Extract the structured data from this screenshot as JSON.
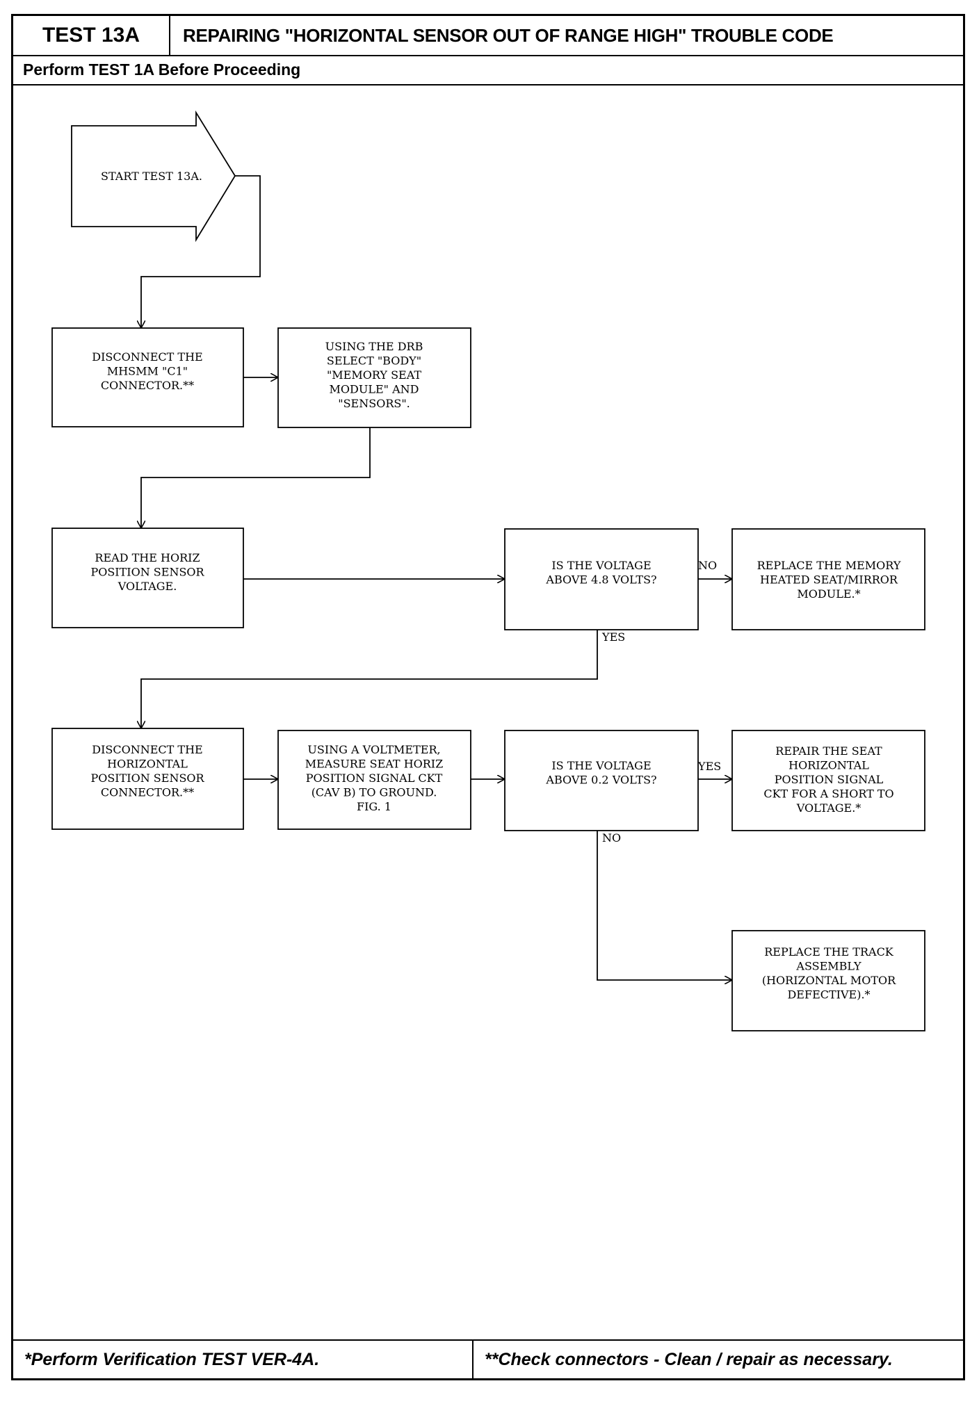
{
  "header": {
    "test_id": "TEST 13A",
    "title": "REPAIRING \"HORIZONTAL SENSOR OUT OF RANGE HIGH\" TROUBLE CODE",
    "prerequisite": "Perform TEST 1A Before Proceeding"
  },
  "flowchart": {
    "start": [
      "START TEST 13A."
    ],
    "step_disconnect_c1": [
      "DISCONNECT THE",
      "MHSMM \"C1\"",
      "CONNECTOR.**"
    ],
    "step_drb_select": [
      "USING THE DRB",
      "SELECT \"BODY\"",
      "\"MEMORY SEAT",
      "MODULE\" AND",
      "\"SENSORS\"."
    ],
    "step_read_voltage": [
      "READ THE HORIZ",
      "POSITION SENSOR",
      "VOLTAGE."
    ],
    "decision_above_4_8": [
      "IS THE VOLTAGE",
      "ABOVE 4.8 VOLTS?"
    ],
    "result_replace_module": [
      "REPLACE THE MEMORY",
      "HEATED SEAT/MIRROR",
      "MODULE.*"
    ],
    "step_disconnect_sensor": [
      "DISCONNECT THE",
      "HORIZONTAL",
      "POSITION SENSOR",
      "CONNECTOR.**"
    ],
    "step_measure": [
      "USING A VOLTMETER,",
      "MEASURE SEAT HORIZ",
      "POSITION SIGNAL CKT",
      "(CAV B) TO GROUND.",
      "FIG. 1"
    ],
    "decision_above_0_2": [
      "IS THE VOLTAGE",
      "ABOVE 0.2 VOLTS?"
    ],
    "result_repair_short": [
      "REPAIR THE SEAT",
      "HORIZONTAL",
      "POSITION SIGNAL",
      "CKT FOR A SHORT TO",
      "VOLTAGE.*"
    ],
    "result_replace_track": [
      "REPLACE THE TRACK",
      "ASSEMBLY",
      "(HORIZONTAL MOTOR",
      "DEFECTIVE).*"
    ],
    "labels": {
      "no_1": "NO",
      "yes_1": "YES",
      "yes_2": "YES",
      "no_2": "NO"
    }
  },
  "footer": {
    "verification_note": "*Perform Verification TEST VER-4A.",
    "connector_note": "**Check connectors - Clean / repair as necessary."
  }
}
